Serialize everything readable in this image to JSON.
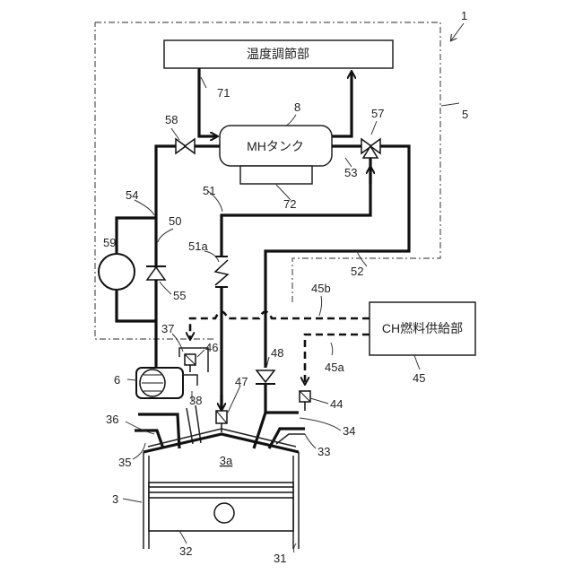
{
  "labels": {
    "system": "1",
    "storage_unit": "5",
    "temp_controller": "温度調節部",
    "mh_tank": "MHタンク",
    "ch_supply": "CH燃料供給部",
    "region_3a": "3a",
    "n71": "71",
    "n8": "8",
    "n58": "58",
    "n57": "57",
    "n53": "53",
    "n72": "72",
    "n51": "51",
    "n54": "54",
    "n50": "50",
    "n59": "59",
    "n51a": "51a",
    "n55": "55",
    "n52": "52",
    "n45b": "45b",
    "n37": "37",
    "n46": "46",
    "n48": "48",
    "n6": "6",
    "n47": "47",
    "n38": "38",
    "n44": "44",
    "n45a": "45a",
    "n45": "45",
    "n36": "36",
    "n34": "34",
    "n35": "35",
    "n33": "33",
    "n3": "3",
    "n32": "32",
    "n31": "31"
  }
}
